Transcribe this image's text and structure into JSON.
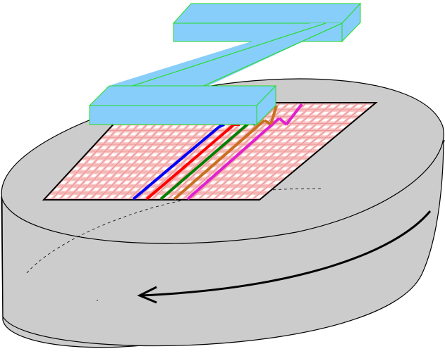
{
  "diagram": {
    "colors": {
      "background": "#ffffff",
      "disk_fill": "#cccccc",
      "disk_stroke": "#000000",
      "grid_fill": "#f7c3c3",
      "grid_lines": "#ee8f8f",
      "grid_cells": "#ffffff",
      "grid_border": "#000000",
      "z_fill": "#87cefa",
      "z_stroke": "#22dd22",
      "arrow": "#000000"
    },
    "grid": {
      "rows": 14,
      "cols": 28
    },
    "stripes": [
      {
        "color": "#0000ff",
        "label": "blue-stripe"
      },
      {
        "color": "#ff0000",
        "label": "red-stripe"
      },
      {
        "color": "#008000",
        "label": "green-stripe"
      },
      {
        "color": "#c87020",
        "label": "orange-stripe"
      },
      {
        "color": "#e020d0",
        "label": "magenta-stripe"
      }
    ],
    "rotation": {
      "direction": "clockwise",
      "arrow_icon": "curved-arrow-icon"
    }
  }
}
